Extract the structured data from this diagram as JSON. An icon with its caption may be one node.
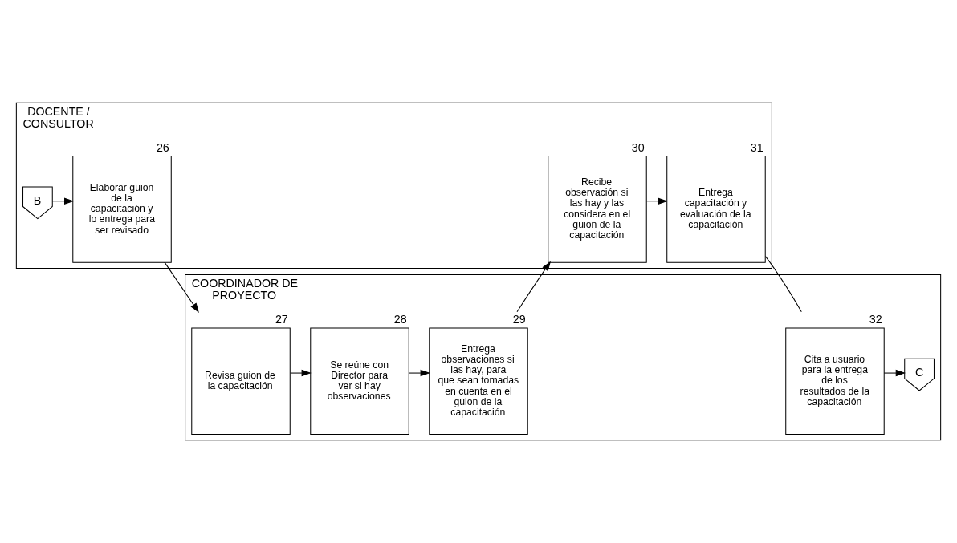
{
  "diagram": {
    "nodes": [
      {
        "text": [
          "DOCENTE / CONSULTOR"
        ]
      },
      {
        "text": [
          "B"
        ],
        "in": 0
      },
      {
        "text": [
          "Elaborar guion de la capacitación y lo entrega para ser revisado"
        ],
        "beside": [
          "26"
        ],
        "in": 0
      },
      {
        "text": [
          "Recibe observación si las hay y las considera en el guion de la capacitación"
        ],
        "beside": [
          "30"
        ],
        "in": 0
      },
      {
        "text": [
          "Entrega capacitación y evaluación de la capacitación"
        ],
        "beside": [
          "31"
        ],
        "in": 0
      },
      {
        "text": [
          "COORDINADOR DE PROYECTO"
        ]
      },
      {
        "text": [
          "Revisa guion de la capacitación"
        ],
        "beside": [
          "27"
        ],
        "in": 5
      },
      {
        "text": [
          "Se reúne con Director para ver si hay observaciones"
        ],
        "beside": [
          "28"
        ],
        "in": 5
      },
      {
        "text": [
          "Entrega observaciones si las hay, para que sean tomadas en cuenta en el guion de la capacitación"
        ],
        "beside": [
          "29"
        ],
        "in": 5
      },
      {
        "text": [
          "Cita a usuario para la entrega de los resultados de la capacitación"
        ],
        "beside": [
          "32"
        ],
        "in": 5
      },
      {
        "text": [
          "C"
        ],
        "in": 5
      }
    ],
    "edges": [
      {
        "from": 1,
        "to": 2,
        "arrow": "to"
      },
      {
        "from": 2,
        "to": 6,
        "arrow": "to"
      },
      {
        "from": 6,
        "to": 7,
        "arrow": "to"
      },
      {
        "from": 7,
        "to": 8,
        "arrow": "to"
      },
      {
        "from": 8,
        "to": 3,
        "arrow": "to"
      },
      {
        "from": 3,
        "to": 4,
        "arrow": "to"
      },
      {
        "from": 4,
        "to": 9,
        "arrow": "none"
      },
      {
        "from": 9,
        "to": 10,
        "arrow": "to"
      }
    ]
  }
}
